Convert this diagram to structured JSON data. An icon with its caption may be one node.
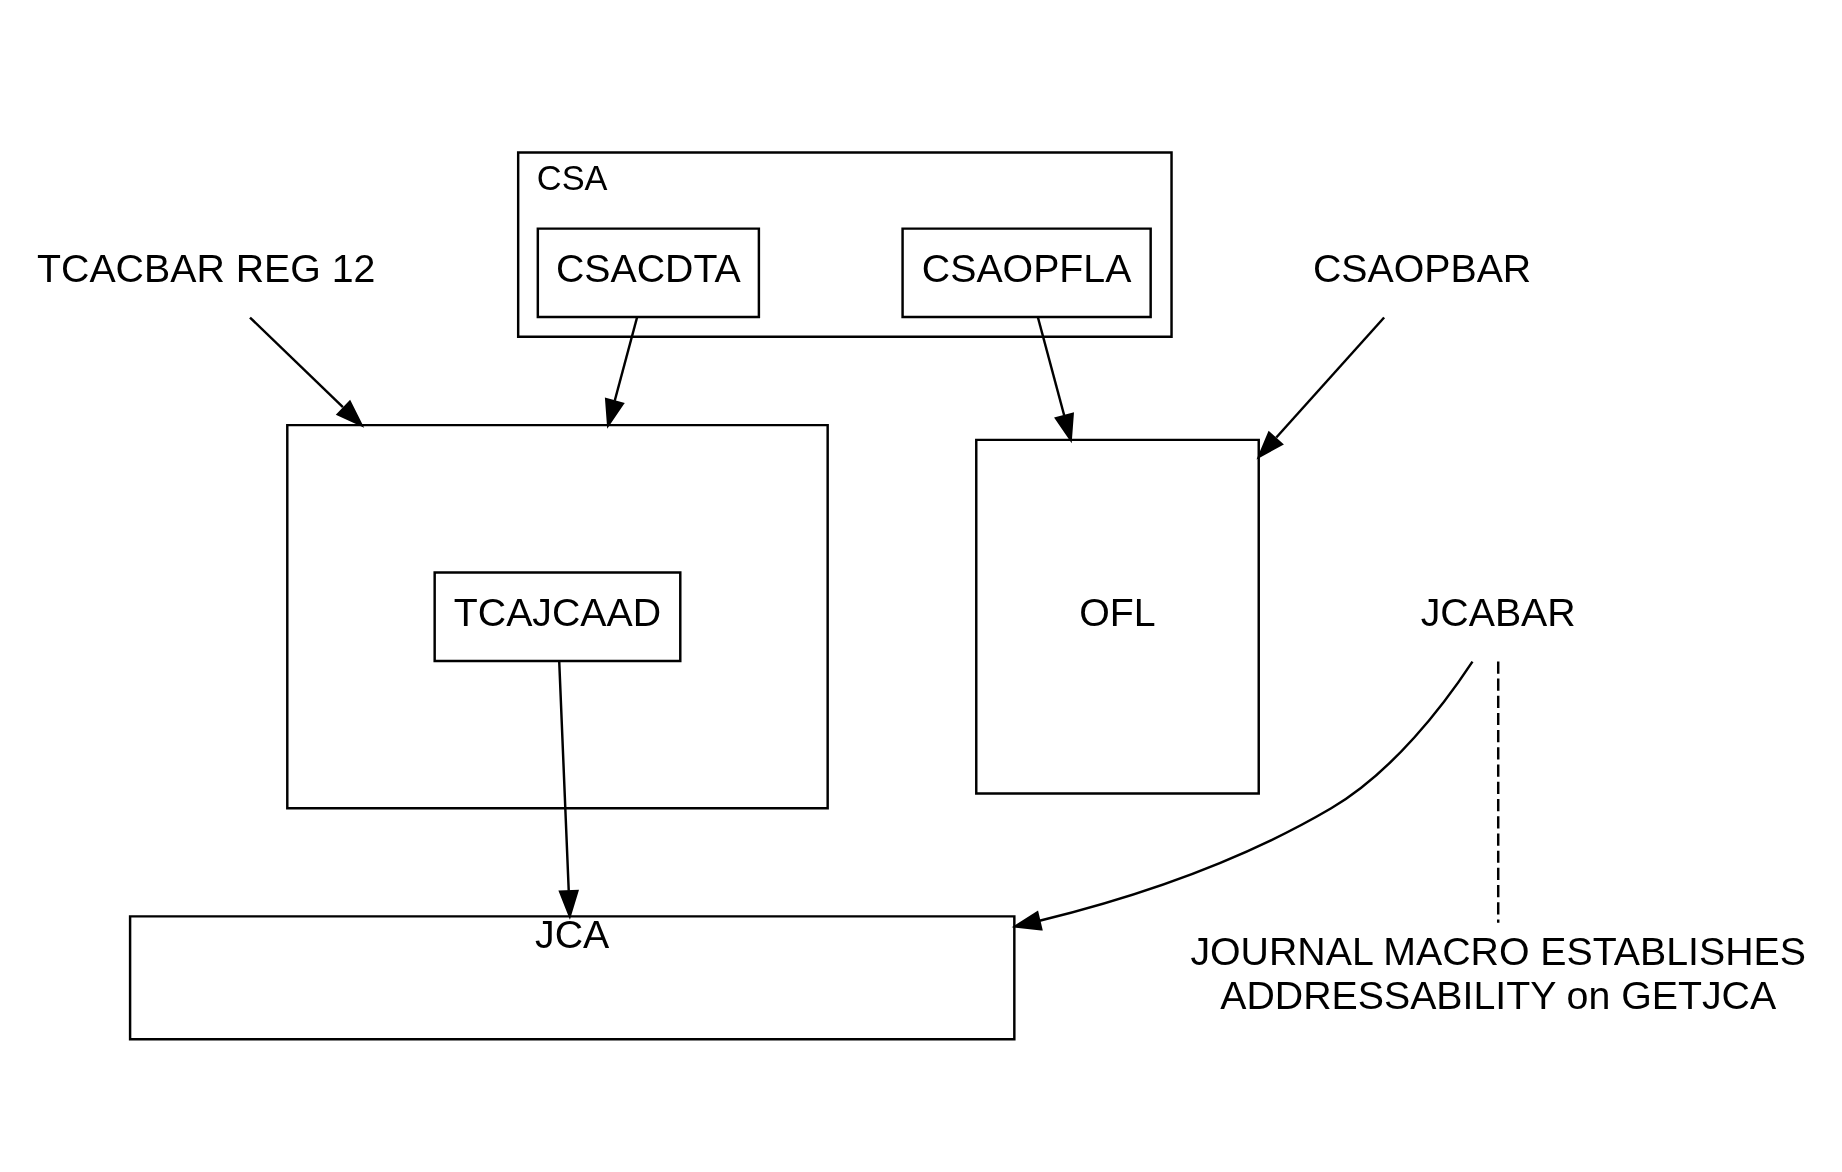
{
  "diagram": {
    "nodes": [
      {
        "text": [
          "CSA"
        ]
      },
      {
        "text": [
          "CSACDTA"
        ],
        "in": 0
      },
      {
        "text": [
          "CSAOPFLA"
        ],
        "in": 0
      },
      {
        "text": [
          "CSAOPBAR"
        ]
      },
      {
        "text": [
          "OFL"
        ]
      },
      {
        "text": [
          "TCACBAR REG 12"
        ]
      },
      {
        "text": [],
        "shape": "box"
      },
      {
        "text": [
          "TCAJCAAD"
        ],
        "in": 6
      },
      {
        "text": [
          "JCA"
        ]
      },
      {
        "text": [
          "JCABAR"
        ]
      },
      {
        "text": [
          "JOURNAL MACRO ESTABLISHES ADDRESSABILITY on GETJCA"
        ]
      }
    ],
    "edges": [
      {
        "from": 1,
        "to": 6,
        "arrow": "to"
      },
      {
        "from": 2,
        "to": 4,
        "arrow": "to"
      },
      {
        "from": 3,
        "to": 4,
        "arrow": "to"
      },
      {
        "from": 5,
        "to": 6,
        "arrow": "to"
      },
      {
        "from": 7,
        "to": 8,
        "arrow": "to"
      },
      {
        "from": 9,
        "to": 8,
        "arrow": "to"
      },
      {
        "from": 9,
        "to": 10,
        "arrow": "none",
        "style": "dashed"
      }
    ]
  }
}
